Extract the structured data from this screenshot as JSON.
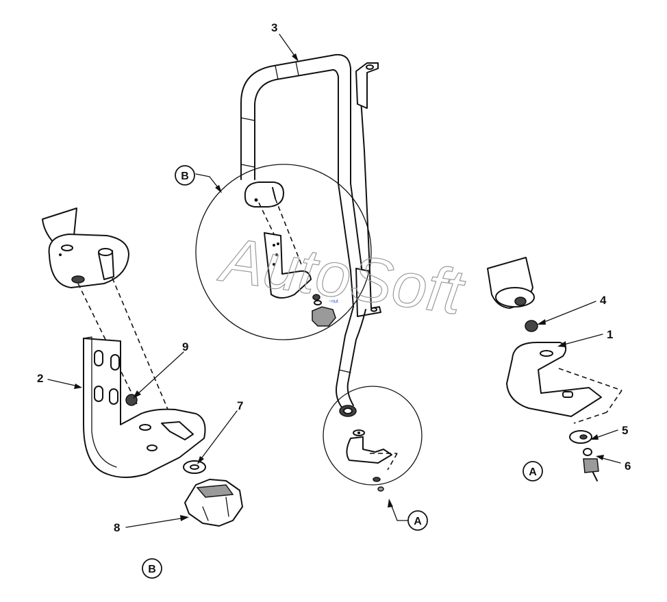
{
  "callouts": [
    {
      "id": "c1",
      "text": "1"
    },
    {
      "id": "c2",
      "text": "2"
    },
    {
      "id": "c3",
      "text": "3"
    },
    {
      "id": "c4",
      "text": "4"
    },
    {
      "id": "c5",
      "text": "5"
    },
    {
      "id": "c6",
      "text": "6"
    },
    {
      "id": "c7",
      "text": "7"
    },
    {
      "id": "c8",
      "text": "8"
    },
    {
      "id": "c9",
      "text": "9"
    }
  ],
  "detail_markers": {
    "b_top": "B",
    "a_small": "A",
    "a_detail": "A",
    "b_detail": "B"
  },
  "watermark": "AutoSoft"
}
